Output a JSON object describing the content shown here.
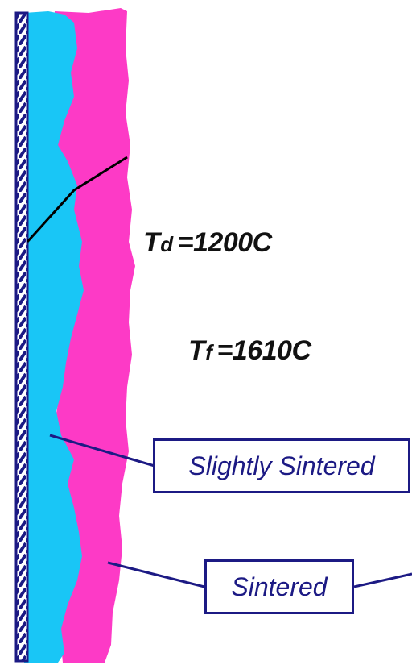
{
  "colors": {
    "outer_layer": "#fd3ac6",
    "inner_layer": "#19c6f6",
    "substrate": "#1c1a84",
    "callout": "#1c1a84",
    "label_text": "#111111"
  },
  "temperatures": {
    "deposition": {
      "symbol": "T",
      "subscript": "d",
      "value": "=1200C"
    },
    "fusion": {
      "symbol": "T",
      "subscript": "f",
      "value": "=1610C"
    }
  },
  "callouts": {
    "slightly_sintered": "Slightly Sintered",
    "sintered": "Sintered"
  }
}
